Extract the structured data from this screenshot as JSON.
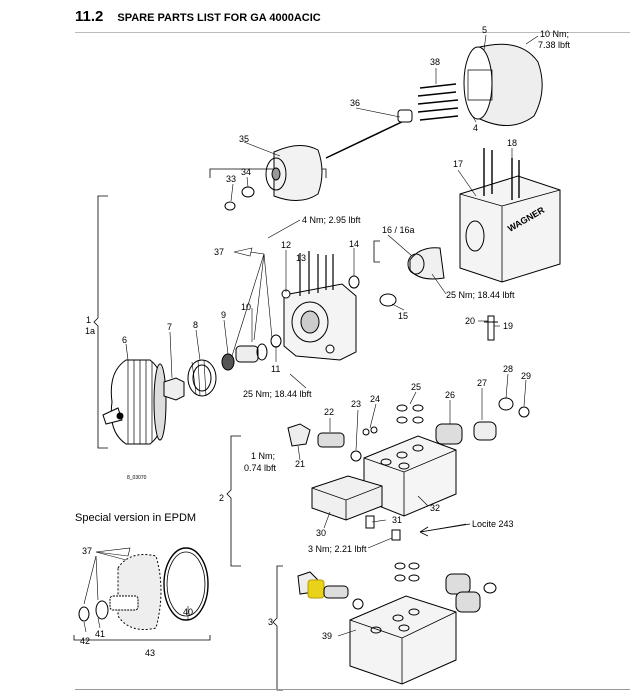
{
  "header": {
    "section_number": "11.2",
    "title": "SPARE PARTS LIST FOR GA 4000ACIC"
  },
  "special_version_title": "Special version in EPDM",
  "drawing_id": "8_03070",
  "callouts": {
    "p1": "1",
    "p1a": "1a",
    "p2": "2",
    "p3": "3",
    "p4": "4",
    "p5": "5",
    "p6": "6",
    "p7": "7",
    "p8": "8",
    "p9": "9",
    "p10": "10",
    "p11": "11",
    "p12": "12",
    "p13": "13",
    "p14": "14",
    "p15": "15",
    "p16": "16 / 16a",
    "p17": "17",
    "p18": "18",
    "p19": "19",
    "p20": "20",
    "p21": "21",
    "p22": "22",
    "p23": "23",
    "p24": "24",
    "p25": "25",
    "p26": "26",
    "p27": "27",
    "p28": "28",
    "p29": "29",
    "p30": "30",
    "p31": "31",
    "p32": "32",
    "p33": "33",
    "p34": "34",
    "p35": "35",
    "p36": "36",
    "p37a": "37",
    "p37b": "37",
    "p38": "38",
    "p39": "39",
    "p40": "40",
    "p41": "41",
    "p42": "42",
    "p43": "43"
  },
  "torques": {
    "t_10nm_a": "10 Nm;",
    "t_10nm_b": "7.38 lbft",
    "t_4nm": "4 Nm; 2.95 lbft",
    "t_25nm_upper": "25 Nm; 18.44 lbft",
    "t_25nm_lower": "25 Nm; 18.44 lbft",
    "t_1nm_a": "1 Nm;",
    "t_1nm_b": "0.74 lbft",
    "t_3nm": "3 Nm; 2.21 lbft",
    "locite": "Locite 243"
  },
  "colors": {
    "highlight_part": "#e8d31a",
    "line": "#000000",
    "shade": "#cfcfcf"
  }
}
